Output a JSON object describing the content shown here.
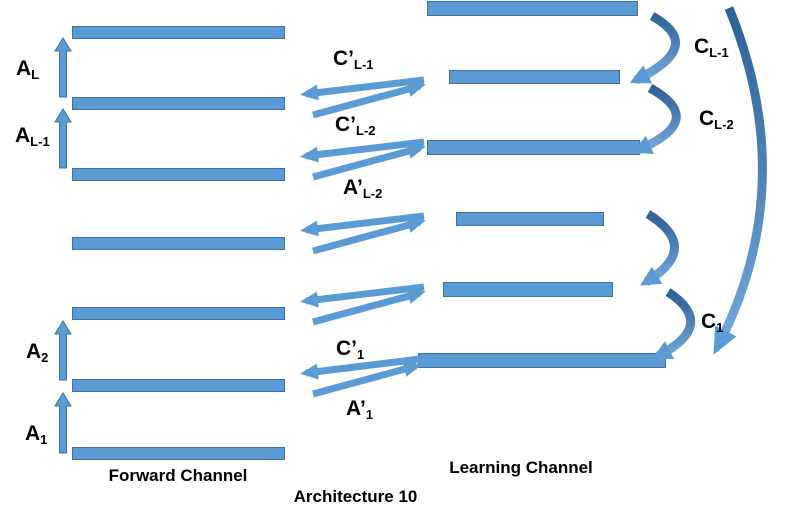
{
  "colors": {
    "bar_fill": "#5b9bd5",
    "bar_stroke": "#41719c",
    "curve_dark": "#2d6096",
    "curve_light": "#74a9dc",
    "label_text": "#000000",
    "background": "#ffffff"
  },
  "captions": {
    "forward": "Forward Channel",
    "learning": "Learning Channel",
    "title": "Architecture 10"
  },
  "labels": {
    "forward": [
      {
        "main": "A",
        "sub": "L"
      },
      {
        "main": "A",
        "sub": "L-1"
      },
      {
        "main": "A",
        "sub": "2"
      },
      {
        "main": "A",
        "sub": "1"
      }
    ],
    "middle": [
      {
        "main": "C’",
        "sub": "L-1"
      },
      {
        "main": "C’",
        "sub": "L-2"
      },
      {
        "main": "A’",
        "sub": "L-2"
      },
      {
        "main": "C’",
        "sub": "1"
      },
      {
        "main": "A’",
        "sub": "1"
      }
    ],
    "right": [
      {
        "main": "C",
        "sub": "L-1"
      },
      {
        "main": "C",
        "sub": "L-2"
      },
      {
        "main": "C",
        "sub": "1"
      }
    ]
  }
}
